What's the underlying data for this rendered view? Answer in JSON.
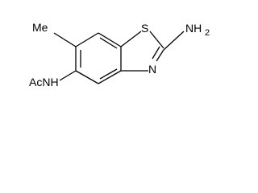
{
  "molecule": {
    "labels": {
      "methyl": "Me",
      "sulfur": "S",
      "nitrogen": "N",
      "amine": "NH",
      "amine_subscript": "2",
      "acetamide": "AcNH"
    }
  }
}
